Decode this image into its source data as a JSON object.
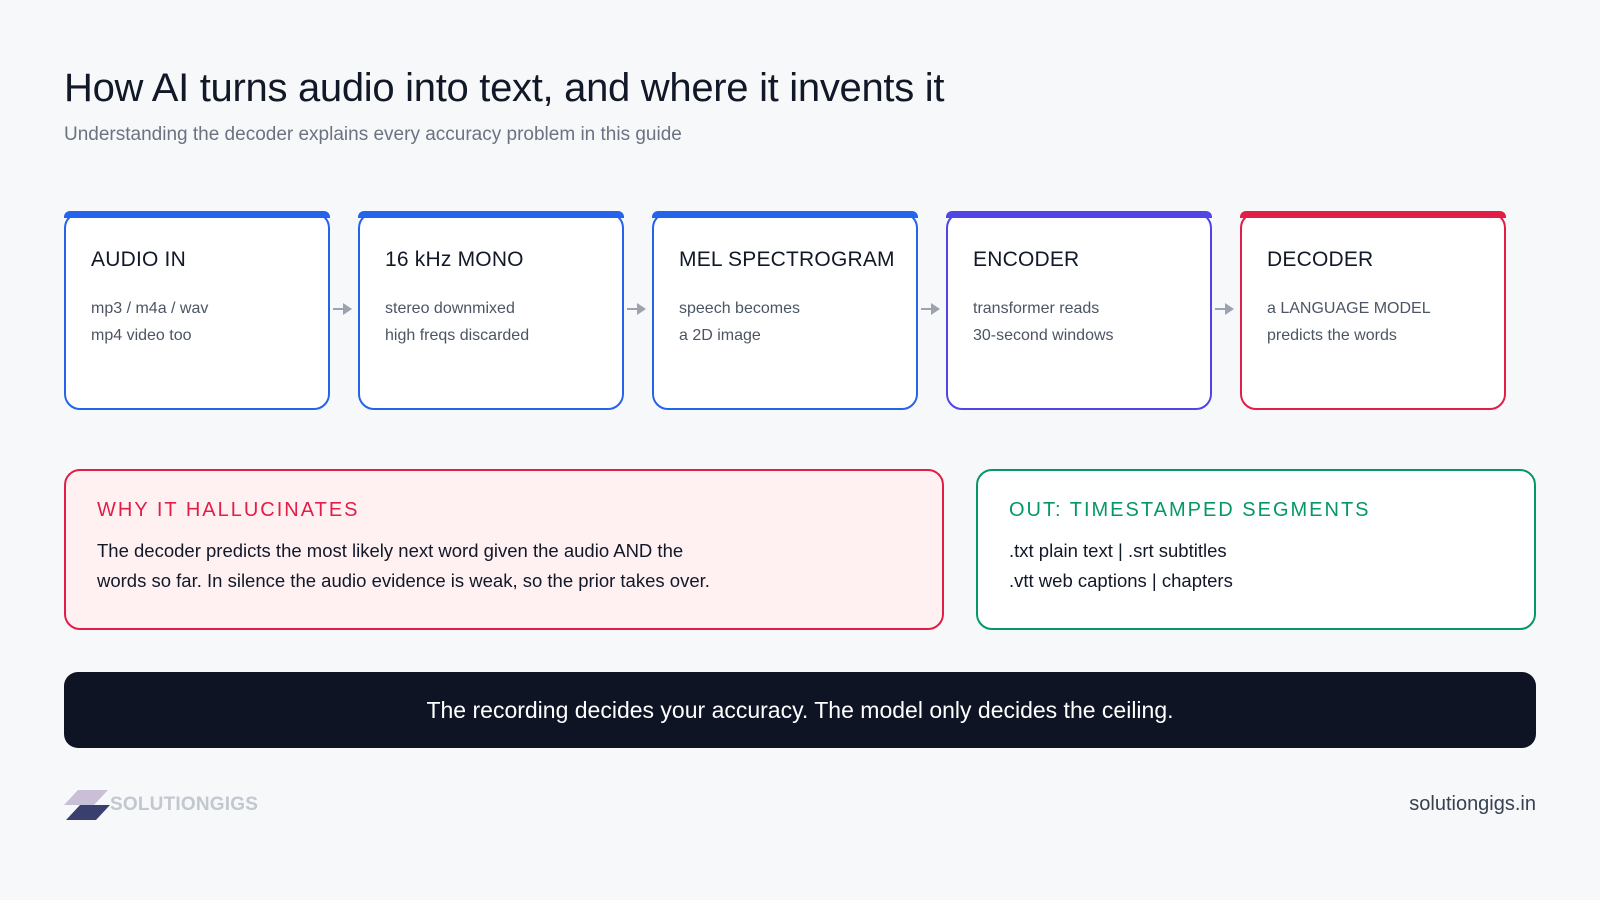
{
  "header": {
    "title": "How AI turns audio into text, and where it invents it",
    "subtitle": "Understanding the decoder explains every accuracy problem in this guide"
  },
  "pipeline": [
    {
      "title": "AUDIO IN",
      "line1": "mp3 / m4a / wav",
      "line2": "mp4 video too",
      "color": "#2563eb"
    },
    {
      "title": "16 kHz MONO",
      "line1": "stereo downmixed",
      "line2": "high freqs discarded",
      "color": "#2563eb"
    },
    {
      "title": "MEL SPECTROGRAM",
      "line1": "speech becomes",
      "line2": "a 2D image",
      "color": "#2563eb"
    },
    {
      "title": "ENCODER",
      "line1": "transformer reads",
      "line2": "30-second windows",
      "color": "#4f46e5"
    },
    {
      "title": "DECODER",
      "line1": "a LANGUAGE MODEL",
      "line2": "predicts the words",
      "color": "#e11d48"
    }
  ],
  "hallucination": {
    "heading": "WHY IT HALLUCINATES",
    "line1": "The decoder predicts the most likely next word given the audio AND the",
    "line2": "words so far. In silence the audio evidence is weak, so the prior takes over.",
    "color": "#e11d48",
    "background": "#fff1f2"
  },
  "output": {
    "heading": "OUT: TIMESTAMPED SEGMENTS",
    "line1": ".txt plain text | .srt subtitles",
    "line2": ".vtt web captions | chapters",
    "color": "#059669"
  },
  "banner": {
    "text": "The recording decides your accuracy. The model only decides the ceiling."
  },
  "footer": {
    "brand": "SOLUTIONGIGS",
    "site": "solutiongigs.in"
  },
  "colors": {
    "arrow": "#9ca3af",
    "banner_bg": "#0f1424"
  }
}
